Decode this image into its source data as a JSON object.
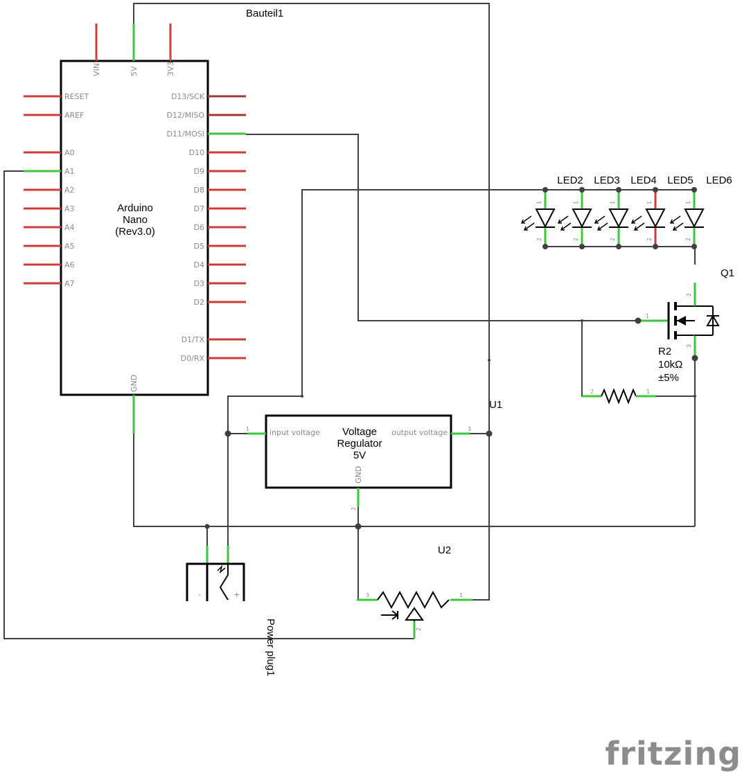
{
  "labels": {
    "bauteil1": "Bauteil1",
    "arduino_line1": "Arduino",
    "arduino_line2": "Nano",
    "arduino_line3": "(Rev3.0)",
    "regulator_line1": "Voltage",
    "regulator_line2": "Regulator",
    "regulator_line3": "5V",
    "u1": "U1",
    "u2": "U2",
    "q1": "Q1",
    "r2_line1": "R2",
    "r2_line2": "10kΩ",
    "r2_line3": "±5%",
    "power_plug": "Power plug1",
    "fritzing": "fritzing"
  },
  "arduino_top_pins": [
    "VIN",
    "5V",
    "3V3"
  ],
  "arduino_left_pins": [
    "RESET",
    "AREF",
    "A0",
    "A1",
    "A2",
    "A3",
    "A4",
    "A5",
    "A6",
    "A7"
  ],
  "arduino_right_pins": [
    "D13/SCK",
    "D12/MISO",
    "D11/MOSI",
    "D10",
    "D9",
    "D8",
    "D7",
    "D6",
    "D5",
    "D4",
    "D3",
    "D2",
    "D1/TX",
    "D0/RX"
  ],
  "arduino_bottom_pin": "GND",
  "regulator_pins": {
    "input": "input voltage",
    "output": "output voltage",
    "gnd": "GND",
    "in_num": "1",
    "out_num": "3",
    "gnd_num": "2"
  },
  "leds": [
    "LED2",
    "LED3",
    "LED4",
    "LED5",
    "LED6"
  ],
  "led_pin_nums": {
    "anode": "1",
    "cathode": "2"
  },
  "q1_pins": {
    "gate": "1",
    "drain": "2",
    "source": "3"
  },
  "r2_pins": {
    "left": "2",
    "right": "1"
  },
  "pot_pins": {
    "left": "3",
    "right": "1",
    "wiper": "2"
  },
  "plug_pins": {
    "minus": "-",
    "plus": "+"
  },
  "colors": {
    "wire": "#404040",
    "unconnected_pin": "#d03a3a",
    "connected_pin": "#3cc83c",
    "logo": "#8c8c8c"
  }
}
